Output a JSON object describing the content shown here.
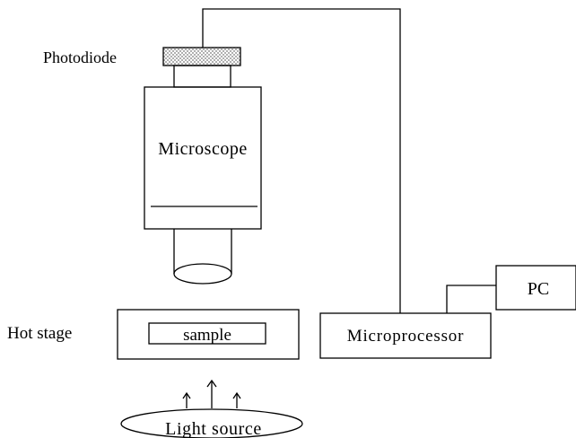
{
  "labels": {
    "photodiode": "Photodiode",
    "microscope": "Microscope",
    "hot_stage": "Hot stage",
    "sample": "sample",
    "microprocessor": "Microprocessor",
    "pc": "PC",
    "light_source": "Light source"
  },
  "colors": {
    "stroke": "#000000",
    "background": "#ffffff",
    "photodiode_fill": "#c8c8c8"
  }
}
